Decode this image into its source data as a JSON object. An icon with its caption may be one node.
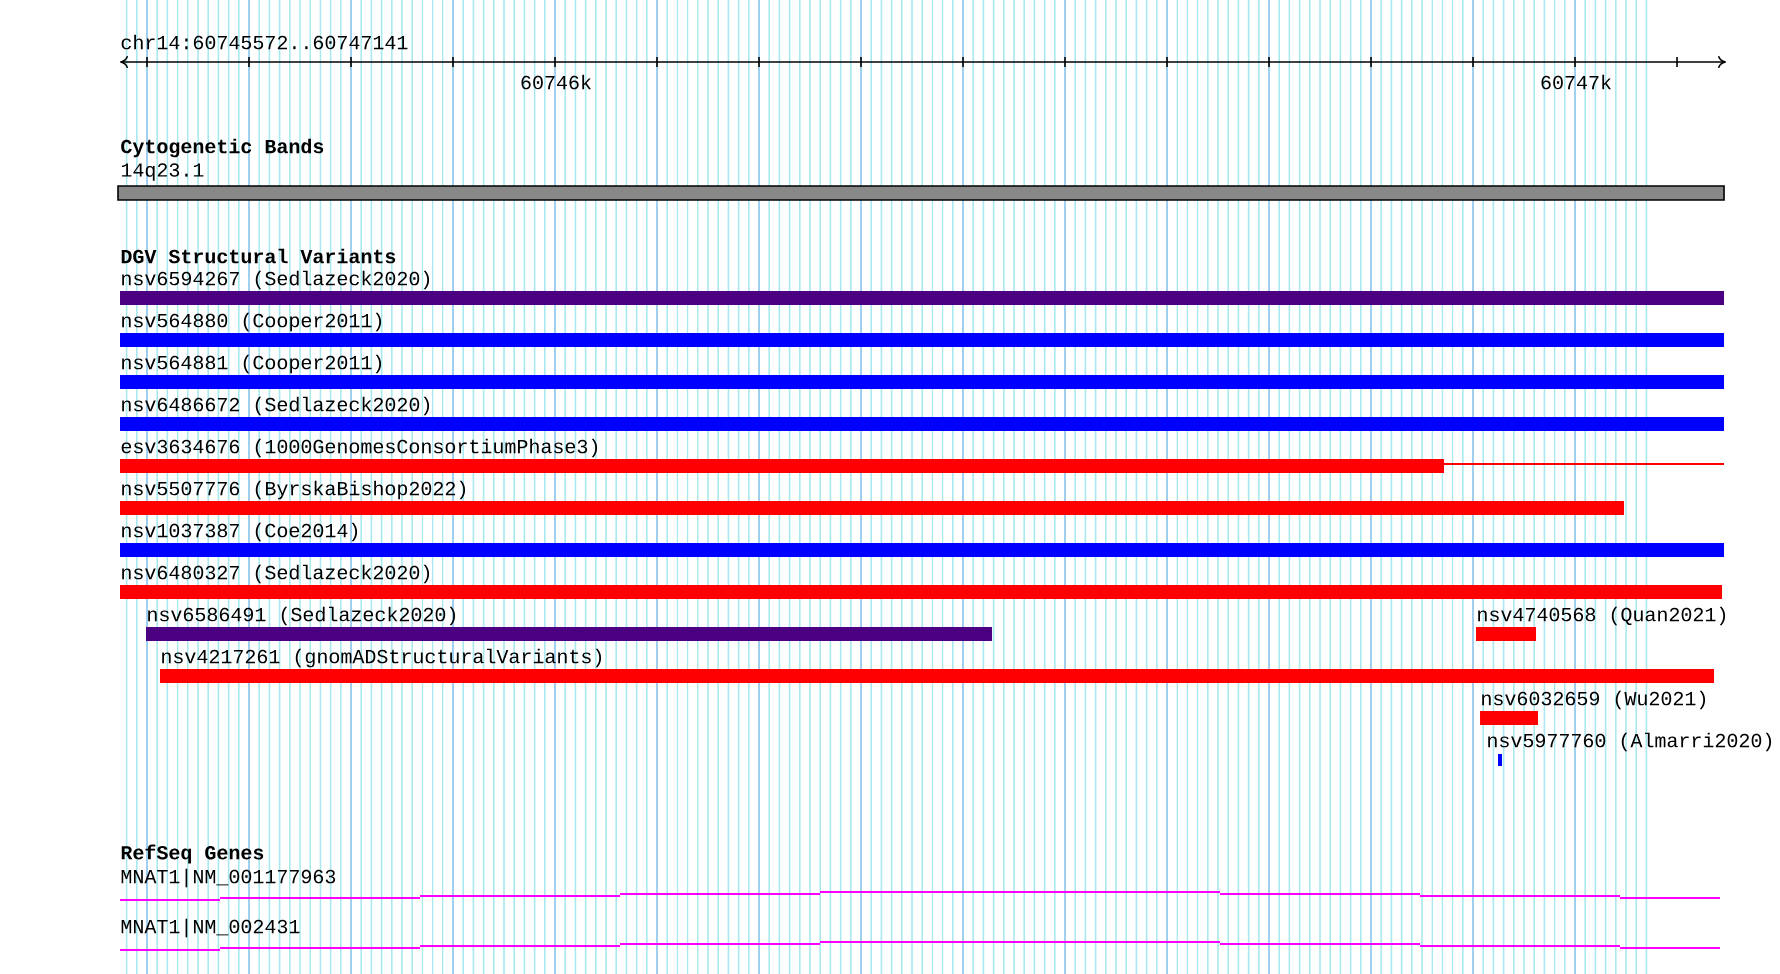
{
  "diagram": {
    "nodes": [
      {
        "text": [
          "14q23.1"
        ]
      },
      {
        "text": [
          "nsv6594267 (Sedlazeck2020)"
        ]
      },
      {
        "text": [
          "nsv564880 (Cooper2011)"
        ]
      },
      {
        "text": [
          "nsv564881 (Cooper2011)"
        ]
      },
      {
        "text": [
          "nsv6486672 (Sedlazeck2020)"
        ]
      },
      {
        "text": [
          "esv3634676 (1000GenomesConsortiumPhase3)"
        ]
      },
      {
        "text": [
          "nsv5507776 (ByrskaBishop2022)"
        ]
      },
      {
        "text": [
          "nsv1037387 (Coe2014)"
        ]
      },
      {
        "text": [
          "nsv6480327 (Sedlazeck2020)"
        ]
      },
      {
        "text": [
          "nsv6586491 (Sedlazeck2020)"
        ]
      },
      {
        "text": [
          "nsv4740568 (Quan2021)"
        ]
      },
      {
        "text": [
          "nsv4217261 (gnomADStructuralVariants)"
        ]
      },
      {
        "text": [
          "nsv6032659 (Wu2021)"
        ]
      },
      {
        "text": [
          "nsv5977760 (Almarri2020)"
        ]
      },
      {
        "text": [
          "MNAT1|NM_001177963"
        ]
      },
      {
        "text": [
          "MNAT1|NM_002431"
        ]
      }
    ],
    "labels": [
      "chr14:60745572..60747141",
      "60746k",
      "60747k",
      "Cytogenetic Bands",
      "DGV Structural Variants",
      "RefSeq Genes"
    ]
  }
}
